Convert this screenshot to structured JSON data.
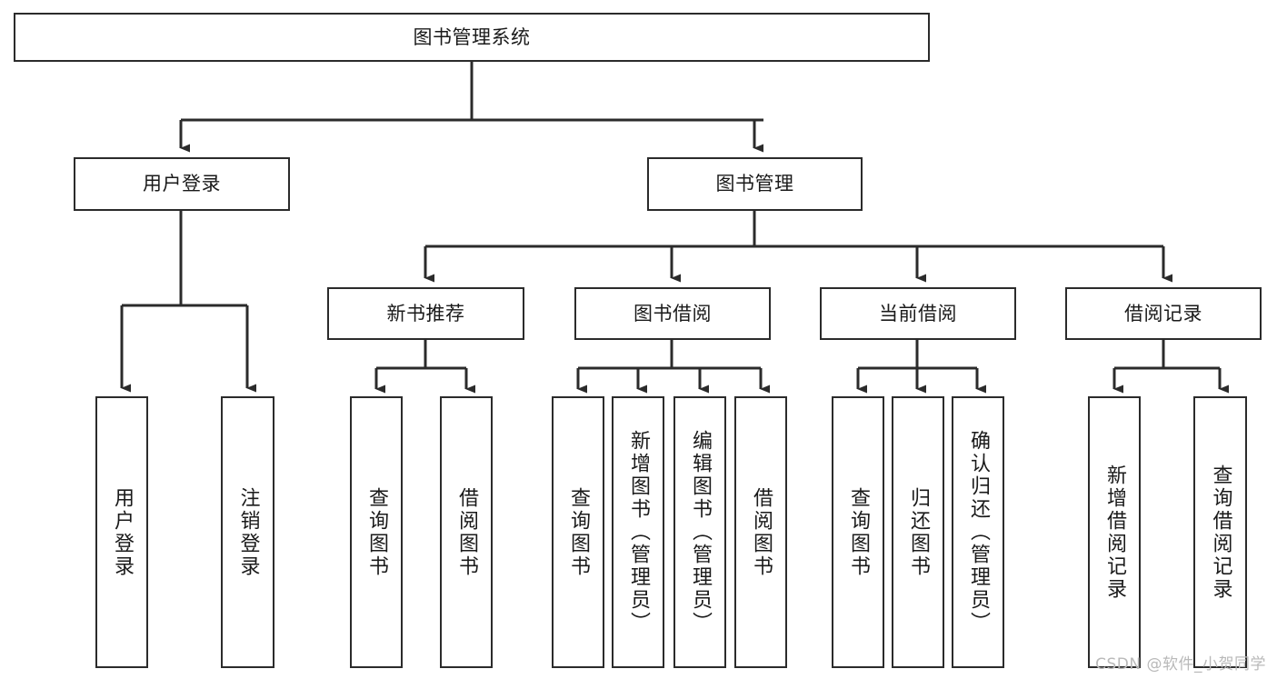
{
  "diagram": {
    "title": "图书管理系统",
    "type": "tree-hierarchy-chart",
    "watermark": "CSDN @软件_小贺同学",
    "colors": {
      "box_border": "#2b2b2b",
      "box_fill": "#ffffff",
      "edge": "#2b2b2b",
      "text": "#1a1a1a",
      "watermark": "#b9b9b9",
      "background": "#ffffff"
    },
    "nodes": {
      "root": {
        "label": "图书管理系统"
      },
      "level1": [
        {
          "id": "user-login",
          "label": "用户登录"
        },
        {
          "id": "book-management",
          "label": "图书管理"
        }
      ],
      "level2": [
        {
          "id": "new-book-recommend",
          "label": "新书推荐"
        },
        {
          "id": "book-borrow",
          "label": "图书借阅"
        },
        {
          "id": "current-borrow",
          "label": "当前借阅"
        },
        {
          "id": "borrow-record",
          "label": "借阅记录"
        }
      ],
      "leaves": {
        "user-login": [
          {
            "id": "leaf-user-login",
            "label": "用户登录"
          },
          {
            "id": "leaf-logout",
            "label": "注销登录"
          }
        ],
        "new-book-recommend": [
          {
            "id": "leaf-query-book-1",
            "label": "查询图书"
          },
          {
            "id": "leaf-borrow-book-1",
            "label": "借阅图书"
          }
        ],
        "book-borrow": [
          {
            "id": "leaf-query-book-2",
            "label": "查询图书"
          },
          {
            "id": "leaf-add-book",
            "label": "新增图书（管理员）"
          },
          {
            "id": "leaf-edit-book",
            "label": "编辑图书（管理员）"
          },
          {
            "id": "leaf-borrow-book-2",
            "label": "借阅图书"
          }
        ],
        "current-borrow": [
          {
            "id": "leaf-query-book-3",
            "label": "查询图书"
          },
          {
            "id": "leaf-return-book",
            "label": "归还图书"
          },
          {
            "id": "leaf-confirm-return",
            "label": "确认归还（管理员）"
          }
        ],
        "borrow-record": [
          {
            "id": "leaf-add-record",
            "label": "新增借阅记录"
          },
          {
            "id": "leaf-query-record",
            "label": "查询借阅记录"
          }
        ]
      }
    }
  }
}
